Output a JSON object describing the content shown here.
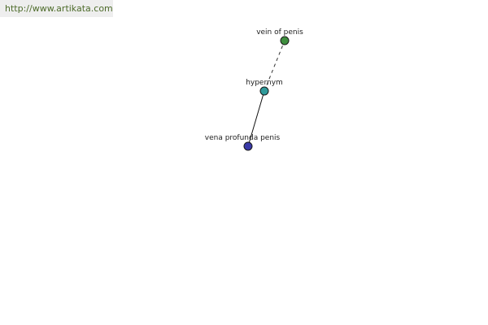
{
  "source": {
    "url": "http://www.artikata.com"
  },
  "graph": {
    "nodes": [
      {
        "id": "vein-of-penis",
        "label": "vein of penis",
        "color": "#3f8f3f"
      },
      {
        "id": "hypernym",
        "label": "hypernym",
        "color": "#2f9a9a"
      },
      {
        "id": "vena-profunda-penis",
        "label": "vena profunda penis",
        "color": "#3a3aa8"
      }
    ],
    "edges": [
      {
        "from": "hypernym",
        "to": "vein-of-penis",
        "style": "dashed"
      },
      {
        "from": "vena-profunda-penis",
        "to": "hypernym",
        "style": "solid"
      }
    ]
  }
}
